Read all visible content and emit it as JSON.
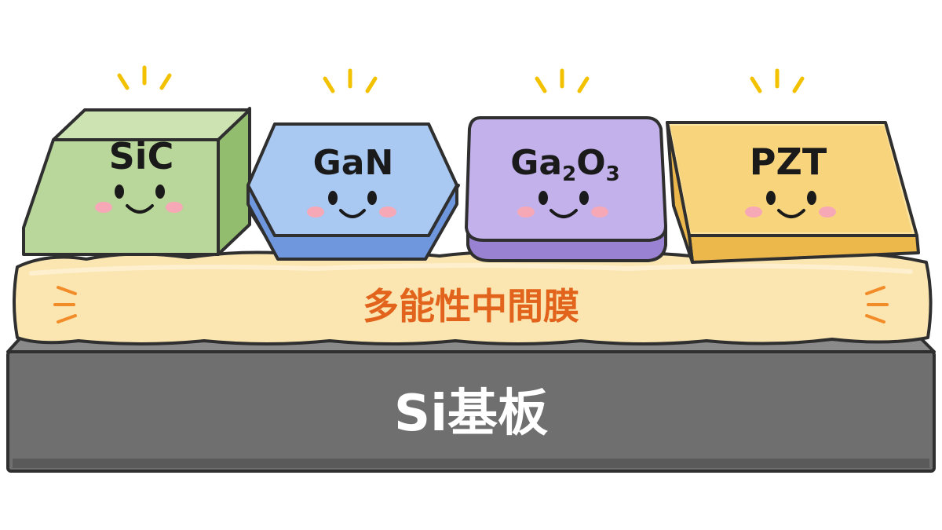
{
  "materials": [
    {
      "label": "SiC",
      "face_color": "#b9d79a",
      "side_color": "#93bd6e",
      "top_color": "#cde4b2"
    },
    {
      "label": "GaN",
      "face_color": "#a9c8f2",
      "side_color": "#6f97dd",
      "top_color": "#c3d9f7"
    },
    {
      "label_main": "Ga",
      "label_sub1": "2",
      "label_mid": "O",
      "label_sub2": "3",
      "face_color": "#c3b1ec",
      "side_color": "#9a82d3",
      "top_color": "#d6c9f3"
    },
    {
      "label": "PZT",
      "face_color": "#f8d57d",
      "side_color": "#ecb84c",
      "top_color": "#fbe3a2"
    }
  ],
  "middle_layer": {
    "label": "多能性中間膜",
    "color": "#fbe6b2",
    "text_color": "#e2631c"
  },
  "substrate": {
    "label": "Si基板",
    "color": "#6f6f6f",
    "text_color": "#ffffff"
  },
  "accent": {
    "sparkle": "#f2c200",
    "cheek": "#f7a8b6",
    "outline": "#2f2f2f",
    "dash": "#f28c28"
  }
}
